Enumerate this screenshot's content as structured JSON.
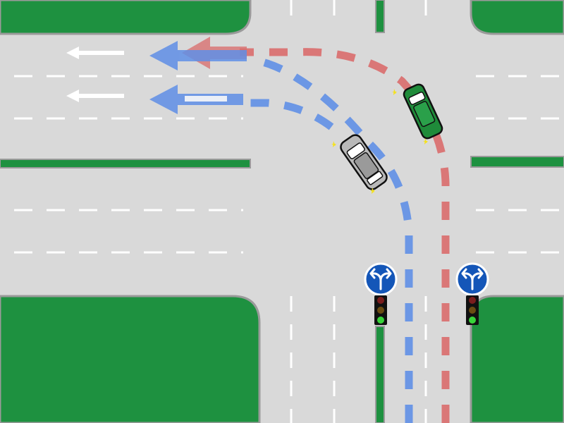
{
  "colors": {
    "grass": "#1e9140",
    "road": "#d9d9d9",
    "road_edge": "#9a9a9a",
    "lane_marking": "#ffffff",
    "left_path": "#5f8fe6",
    "right_path": "#d96b6b",
    "car_left": "#b9b9b9",
    "car_right": "#1f8b3a",
    "indicator": "#f5e21b",
    "sign_blue": "#1456b8",
    "signal_red": "#7a1d1d",
    "signal_amber": "#6b4d12",
    "signal_green": "#38d43a"
  },
  "elements": {
    "sign_left": {
      "icon": "left-right-arrow-icon"
    },
    "sign_right": {
      "icon": "left-right-arrow-icon"
    },
    "traffic_light_left": {
      "active": "green"
    },
    "traffic_light_right": {
      "active": "green"
    },
    "car_left": {
      "type": "car",
      "color": "gray",
      "indicator": "left"
    },
    "car_right": {
      "type": "car",
      "color": "green",
      "indicator": "left"
    },
    "lane_arrows": [
      "left",
      "left"
    ]
  }
}
